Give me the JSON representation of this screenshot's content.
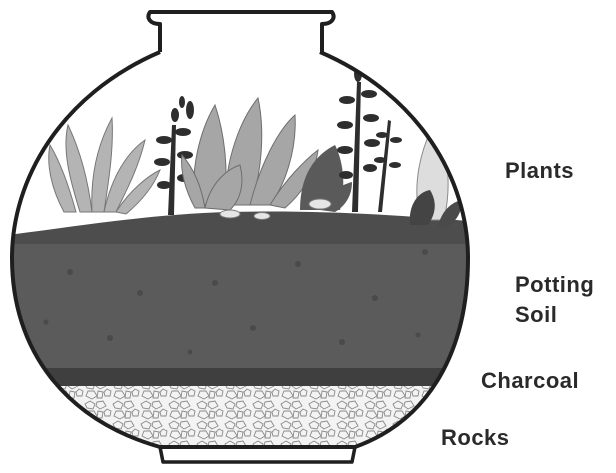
{
  "labels": {
    "plants": "Plants",
    "potting_soil_line1": "Potting",
    "potting_soil_line2": "Soil",
    "charcoal": "Charcoal",
    "rocks": "Rocks"
  },
  "colors": {
    "outline": "#1f1f1f",
    "soil": "#595959",
    "charcoal": "#3f3f3f",
    "rocks": "#f1f1f1",
    "plant_dark": "#333333",
    "plant_mid": "#8c8c8c",
    "plant_light": "#c8c8c8"
  }
}
